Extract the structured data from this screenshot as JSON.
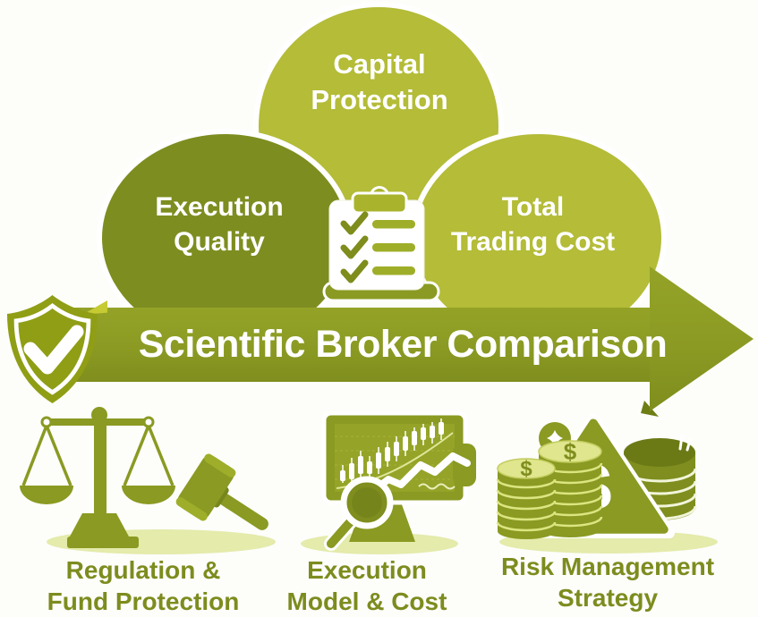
{
  "diagram_title": "Scientific Broker Comparison",
  "venn": {
    "top_circle": {
      "label": "Capital\nProtection"
    },
    "left_circle": {
      "label": "Execution\nQuality"
    },
    "right_circle": {
      "label": "Total\nTrading Cost"
    }
  },
  "banner": {
    "label": "Scientific Broker Comparison"
  },
  "pillars": [
    {
      "id": "regulation",
      "icon": "scales-and-gavel",
      "label": "Regulation &\nFund Protection"
    },
    {
      "id": "execution",
      "icon": "monitor-chart-magnifier",
      "label": "Execution\nModel & Cost"
    },
    {
      "id": "risk",
      "icon": "coins-and-risk-triangle",
      "label": "Risk Management\nStrategy"
    }
  ],
  "icons": {
    "center": "clipboard-checklist",
    "banner_left": "shield-checkmark",
    "dollar_sign": "$"
  },
  "colors": {
    "lime_green": "#b4bc38",
    "olive_green": "#7e8d20",
    "banner_green": "#8b9a23",
    "label_text": "#7d8c1e",
    "white": "#ffffff"
  }
}
